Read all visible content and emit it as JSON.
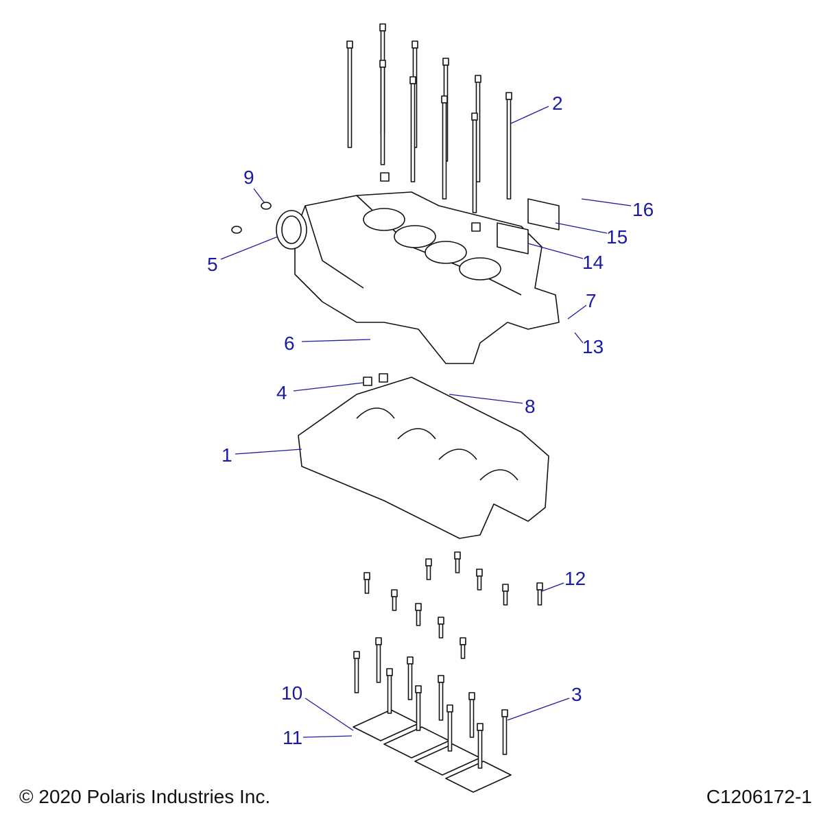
{
  "diagram": {
    "callouts": [
      {
        "id": "1",
        "label": "1"
      },
      {
        "id": "2",
        "label": "2"
      },
      {
        "id": "3",
        "label": "3"
      },
      {
        "id": "4",
        "label": "4"
      },
      {
        "id": "5",
        "label": "5"
      },
      {
        "id": "6",
        "label": "6"
      },
      {
        "id": "7",
        "label": "7"
      },
      {
        "id": "8",
        "label": "8"
      },
      {
        "id": "9",
        "label": "9"
      },
      {
        "id": "10",
        "label": "10"
      },
      {
        "id": "11",
        "label": "11"
      },
      {
        "id": "12",
        "label": "12"
      },
      {
        "id": "13",
        "label": "13"
      },
      {
        "id": "14",
        "label": "14"
      },
      {
        "id": "15",
        "label": "15"
      },
      {
        "id": "16",
        "label": "16"
      }
    ],
    "callout_color": "#1a1aa6"
  },
  "footer": {
    "copyright": "© 2020 Polaris Industries Inc.",
    "diagram_id": "C1206172-1"
  }
}
